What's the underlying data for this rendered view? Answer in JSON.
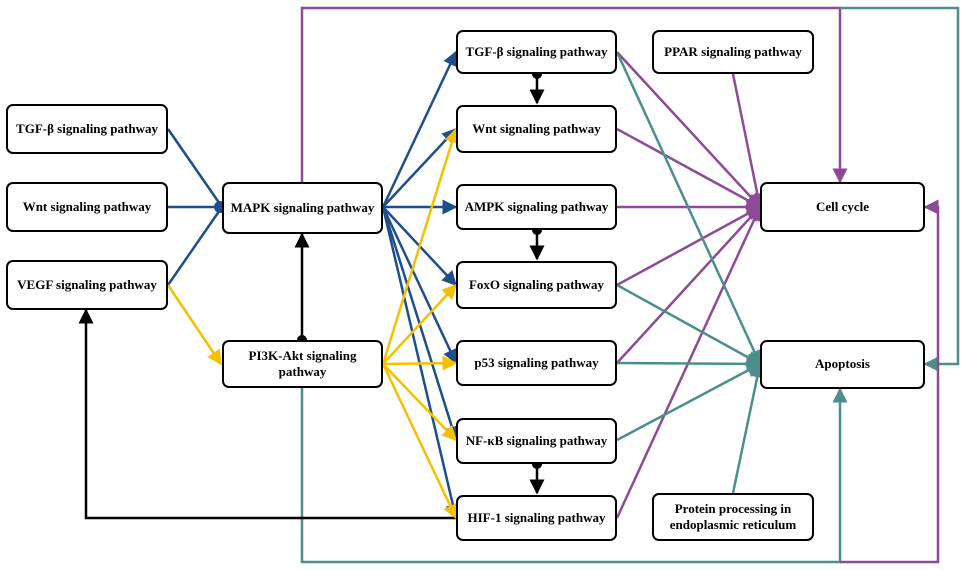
{
  "nodes": {
    "tgf_left": "TGF-β signaling pathway",
    "wnt_left": "Wnt signaling pathway",
    "vegf": "VEGF signaling pathway",
    "mapk": "MAPK signaling pathway",
    "pi3k": "PI3K-Akt signaling pathway",
    "tgf_mid": "TGF-β signaling pathway",
    "wnt_mid": "Wnt signaling pathway",
    "ampk": "AMPK signaling pathway",
    "foxo": "FoxO signaling pathway",
    "p53": "p53 signaling pathway",
    "nfkb": "NF-κB signaling pathway",
    "hif1": "HIF-1 signaling pathway",
    "ppar": "PPAR signaling pathway",
    "cell_cycle": "Cell cycle",
    "apoptosis": "Apoptosis",
    "protein_line1": "Protein processing in",
    "protein_line2": "endoplasmic reticulum"
  },
  "colors": {
    "blue": "#1f4e8c",
    "yellow": "#f5c000",
    "purple": "#8e4a96",
    "teal": "#4a8f8c",
    "black": "#000000"
  }
}
